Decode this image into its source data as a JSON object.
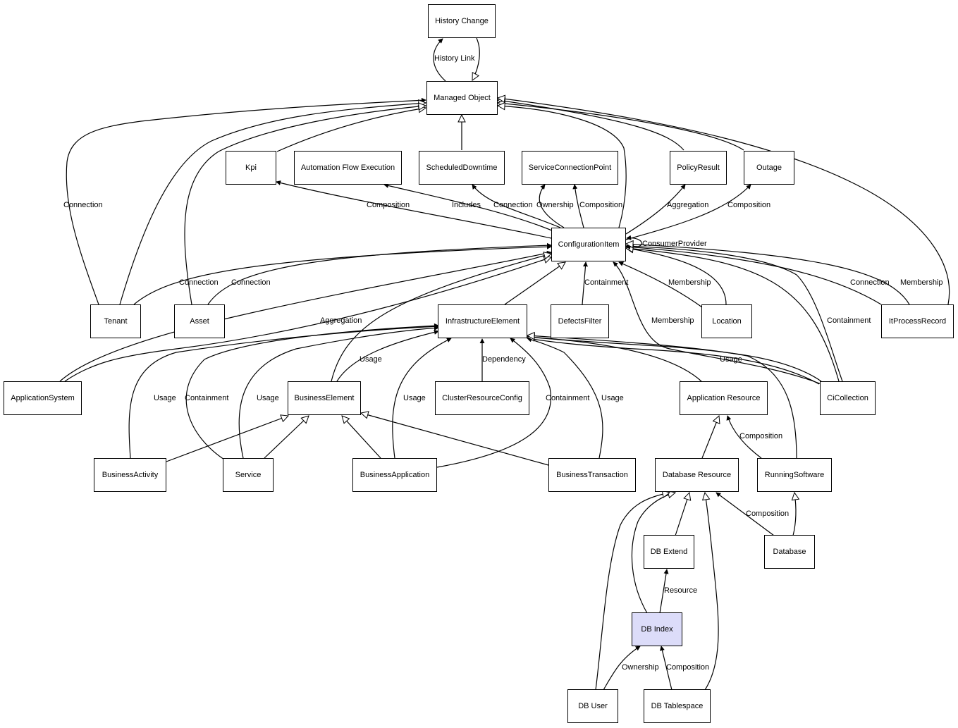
{
  "colors": {
    "node_border": "#000000",
    "node_fill": "#ffffff",
    "highlight_fill": "#dcdcf9",
    "edge": "#000000"
  },
  "nodes": {
    "history_change": "History Change",
    "managed_object": "Managed Object",
    "kpi": "Kpi",
    "automation_flow_execution": "Automation Flow Execution",
    "scheduled_downtime": "ScheduledDowntime",
    "service_connection_point": "ServiceConnectionPoint",
    "policy_result": "PolicyResult",
    "outage": "Outage",
    "configuration_item": "ConfigurationItem",
    "tenant": "Tenant",
    "asset": "Asset",
    "infrastructure_element": "InfrastructureElement",
    "defects_filter": "DefectsFilter",
    "location": "Location",
    "it_process_record": "ItProcessRecord",
    "application_system": "ApplicationSystem",
    "business_element": "BusinessElement",
    "cluster_resource_config": "ClusterResourceConfig",
    "application_resource": "Application Resource",
    "ci_collection": "CiCollection",
    "business_activity": "BusinessActivity",
    "service": "Service",
    "business_application": "BusinessApplication",
    "business_transaction": "BusinessTransaction",
    "database_resource": "Database Resource",
    "running_software": "RunningSoftware",
    "db_extend": "DB Extend",
    "database": "Database",
    "db_index": "DB Index",
    "db_user": "DB User",
    "db_tablespace": "DB Tablespace"
  },
  "edge_labels": {
    "history_link": "History Link",
    "tenant_connection_mo": "Connection",
    "ci_kpi_composition": "Composition",
    "ci_afe_includes": "Includes",
    "ci_sd_connection": "Connection",
    "ci_scp_ownership": "Ownership",
    "ci_scp_composition": "Composition",
    "ci_policy_aggregation": "Aggregation",
    "ci_outage_composition": "Composition",
    "ci_consumer_provider": "ConsumerProvider",
    "tenant_ci_connection": "Connection",
    "asset_ci_connection": "Connection",
    "defects_containment": "Containment",
    "location_membership": "Membership",
    "cicollection_membership": "Membership",
    "cicollection_containment": "Containment",
    "itpr_connection": "Connection",
    "itpr_membership": "Membership",
    "appsys_aggregation": "Aggregation",
    "be_usage": "Usage",
    "crc_dependency": "Dependency",
    "cicollection_usage": "Usage",
    "ba_usage": "Usage",
    "service_containment": "Containment",
    "service_usage": "Usage",
    "bapp_usage": "Usage",
    "bapp_containment": "Containment",
    "bt_usage": "Usage",
    "rs_composition": "Composition",
    "db_composition": "Composition",
    "dbindex_resource": "Resource",
    "dbuser_ownership": "Ownership",
    "dbts_composition": "Composition"
  }
}
